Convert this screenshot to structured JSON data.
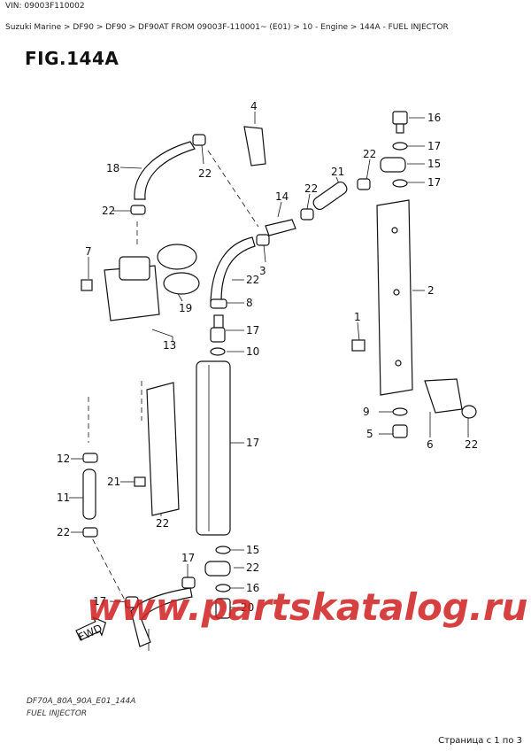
{
  "header": {
    "vin": "VIN: 09003F110002",
    "breadcrumb": "Suzuki Marine > DF90 > DF90 > DF90AT FROM 09003F-110001~ (E01) > 10 - Engine > 144A - FUEL INJECTOR"
  },
  "figure": {
    "title": "FIG.144A"
  },
  "callouts": [
    "4",
    "16",
    "17",
    "15",
    "18",
    "22",
    "21",
    "22",
    "17",
    "14",
    "22",
    "22",
    "3",
    "7",
    "2",
    "19",
    "22",
    "8",
    "1",
    "13",
    "17",
    "10",
    "17",
    "9",
    "5",
    "6",
    "22",
    "12",
    "21",
    "11",
    "22",
    "22",
    "17",
    "15",
    "22",
    "17",
    "16",
    "20"
  ],
  "watermark": "www.partskatalog.ru",
  "fwd_label": "FWD",
  "footer": {
    "code": "DF70A_80A_90A_E01_144A",
    "caption": "FUEL INJECTOR",
    "page": "Страница с 1 по 3"
  },
  "colors": {
    "watermark": "#d11f1f",
    "line": "#111111"
  }
}
